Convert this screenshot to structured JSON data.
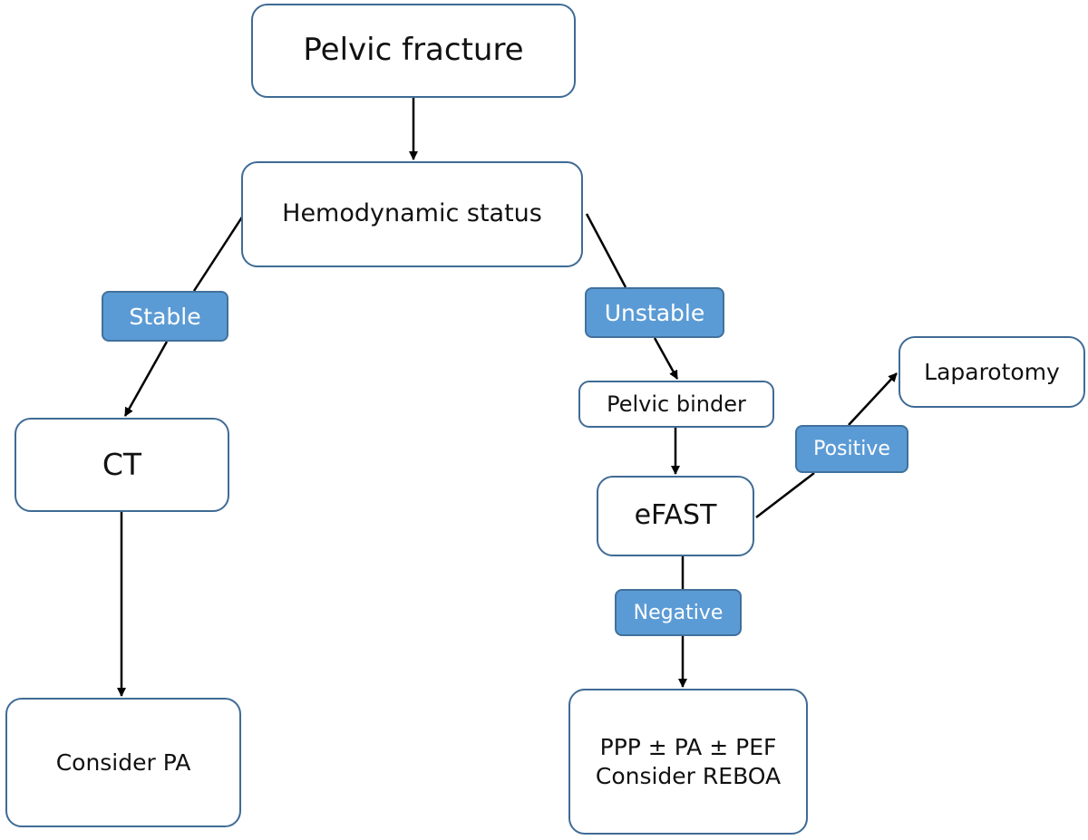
{
  "nodes": {
    "pelvic_fracture": "Pelvic fracture",
    "hemodynamic_status": "Hemodynamic status",
    "ct": "CT",
    "consider_pa": "Consider PA",
    "pelvic_binder": "Pelvic binder",
    "efast": "eFAST",
    "laparotomy": "Laparotomy",
    "ppp_line1": "PPP ± PA ± PEF",
    "ppp_line2": "Consider REBOA"
  },
  "labels": {
    "stable": "Stable",
    "unstable": "Unstable",
    "positive": "Positive",
    "negative": "Negative"
  },
  "colors": {
    "node_border": "#3f6b95",
    "badge_fill": "#5b9bd5",
    "badge_border": "#41719c",
    "badge_text": "#ffffff",
    "arrow": "#000000"
  }
}
